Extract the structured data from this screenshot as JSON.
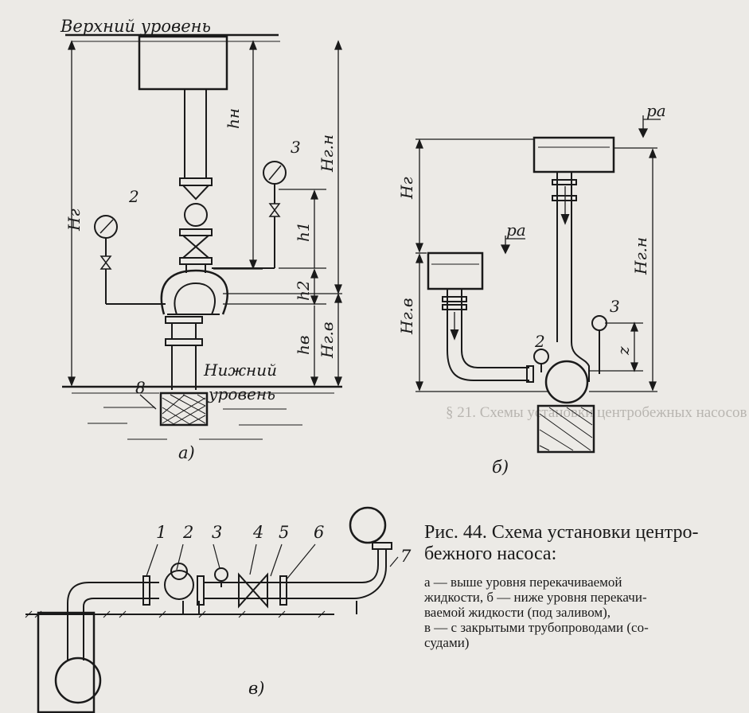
{
  "labels": {
    "upper_level": "Верхний уровень",
    "lower_level_1": "Нижний",
    "lower_level_2": "уровень",
    "hg": "Hг",
    "hn": "hн",
    "hgn": "Hг.н",
    "h1": "h1",
    "h2": "h2",
    "hv": "hв",
    "hgv": "Hг.в",
    "hg_b": "Hг",
    "hgn_b": "Hг.н",
    "hgv_b": "Hг.в",
    "z": "z",
    "pa": "pa",
    "pa2": "pa",
    "n2": "2",
    "n3": "3",
    "n8": "8",
    "n2b": "2",
    "n3b": "3",
    "c1": "1",
    "c2": "2",
    "c3": "3",
    "c4": "4",
    "c5": "5",
    "c6": "6",
    "c7": "7",
    "fig_a": "а)",
    "fig_b": "б)",
    "fig_v": "в)"
  },
  "caption": {
    "title": "Рис. 44. Схема установки центро-бежного насоса:",
    "line1": "а — выше уровня перекачиваемой",
    "line2": "жидкости, б — ниже уровня перекачи-",
    "line3": "ваемой жидкости (под заливом),",
    "line4": "в — с закрытыми трубопроводами (со-",
    "line5": "судами)"
  },
  "background_text": {
    "heading": "§ 21. Схемы установки центробежных насосов"
  },
  "colors": {
    "ink": "#1a1a1a",
    "paper": "#eceae6",
    "ghost": "#b8b5b0"
  }
}
